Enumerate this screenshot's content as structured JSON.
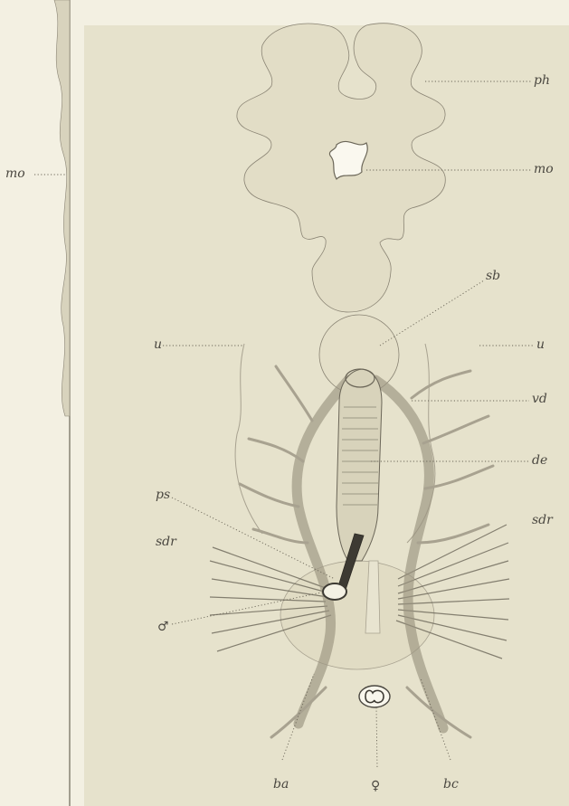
{
  "labels": {
    "mo_left": "mo",
    "ph": "ph",
    "mo_right": "mo",
    "sb": "sb",
    "u_left": "u",
    "u_right": "u",
    "vd": "vd",
    "de": "de",
    "ps": "ps",
    "sdr_left": "sdr",
    "sdr_right": "sdr",
    "male": "♂",
    "ba": "ba",
    "female": "♀",
    "bc": "bc"
  },
  "colors": {
    "paper": "#f3f0e2",
    "panel": "#e6e2cc",
    "ink": "#4a4740",
    "tissue": "#e0dcc4",
    "shading": "#a8a290"
  }
}
